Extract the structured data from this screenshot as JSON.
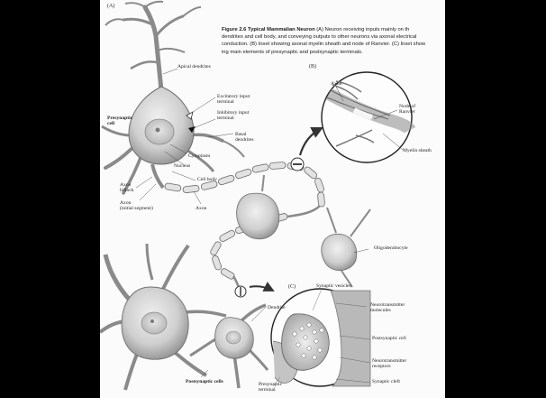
{
  "figure": {
    "caption_title": "Figure 2.6  Typical Mammalian Neuron",
    "caption_lines": [
      "(A) Neuron receiving inputs mainly on th",
      "dendrites and cell body, and conveying outputs to other neurons via axonal electrical",
      "conduction. (B) Inset showing axonal myelin sheath and node of Ranvier. (C) Inset show",
      "ing main elements of presynaptic and postsynaptic terminals."
    ]
  },
  "panels": {
    "a": "(A)",
    "b": "(B)",
    "c": "(C)"
  },
  "labels": {
    "apical_dendrites": "Apical dendrites",
    "excitatory_1": "Excitatory input",
    "excitatory_2": "terminal",
    "inhibitory_1": "Inhibitory input",
    "inhibitory_2": "terminal",
    "presynaptic_cell_1": "Presynaptic",
    "presynaptic_cell_2": "cell",
    "basal_1": "Basal",
    "basal_2": "dendrites",
    "cytoplasm": "Cytoplasm",
    "nucleus": "Nucleus",
    "cell_body": "Cell body",
    "axon_hillock_1": "Axon",
    "axon_hillock_2": "hillock",
    "axon_initial_1": "Axon",
    "axon_initial_2": "(initial segment)",
    "axon_main": "Axon",
    "axon_b": "Axon",
    "node_1": "Node of",
    "node_2": "Ranvier",
    "myelin": "Myelin sheath",
    "oligo": "Oligodendrocyte",
    "dendrite": "Dendrite",
    "synaptic_vesicles": "Synaptic vesicles",
    "neurotransmitter_1": "Neurotransmitter",
    "neurotransmitter_2": "molecules",
    "postsynaptic_cell": "Postsynaptic cell",
    "receptors_1": "Neurotransmitter",
    "receptors_2": "receptors",
    "synaptic_cleft": "Synaptic cleft",
    "postsynaptic_cells": "Postsynaptic cells",
    "presynaptic_terminal_1": "Presynaptic",
    "presynaptic_terminal_2": "terminal"
  },
  "colors": {
    "frame": "#000000",
    "page": "#fbfbfb",
    "cell_fill": "#d9d9d9",
    "cell_shade": "#9a9a9a",
    "ink": "#222222"
  }
}
